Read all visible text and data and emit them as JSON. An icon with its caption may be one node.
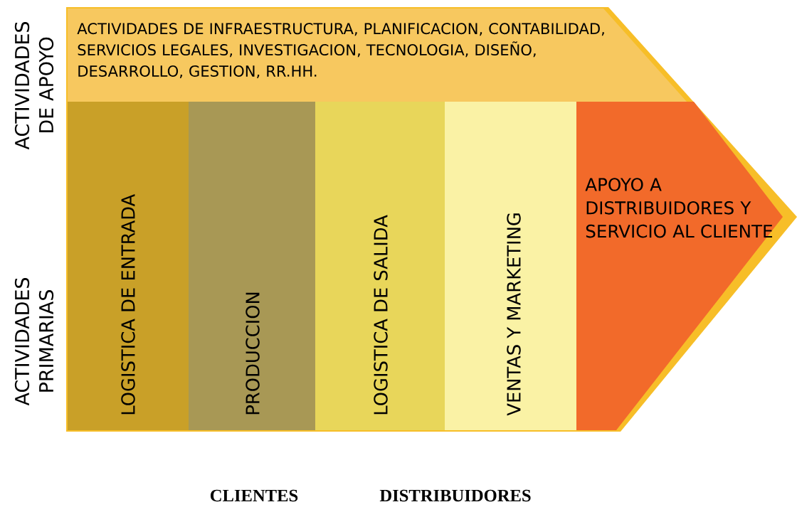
{
  "diagram": {
    "nodes": [
      {
        "text": [
          "ACTIVIDADES DE INFRAESTRUCTURA, PLANIFICACION, CONTABILIDAD, SERVICIOS LEGALES, INVESTIGACION, TECNOLOGIA, DISEÑO, DESARROLLO, GESTION, RR.HH."
        ]
      },
      {
        "text": [
          "LOGISTICA DE ENTRADA"
        ]
      },
      {
        "text": [
          "PRODUCCION"
        ]
      },
      {
        "text": [
          "LOGISTICA DE SALIDA"
        ]
      },
      {
        "text": [
          "VENTAS Y MARKETING"
        ]
      },
      {
        "text": [
          "APOYO A DISTRIBUIDORES Y SERVICIO AL CLIENTE"
        ]
      }
    ],
    "labels": [
      "ACTIVIDADES DE APOYO",
      "ACTIVIDADES PRIMARIAS",
      "CLIENTES",
      "DISTRIBUIDORES"
    ]
  }
}
